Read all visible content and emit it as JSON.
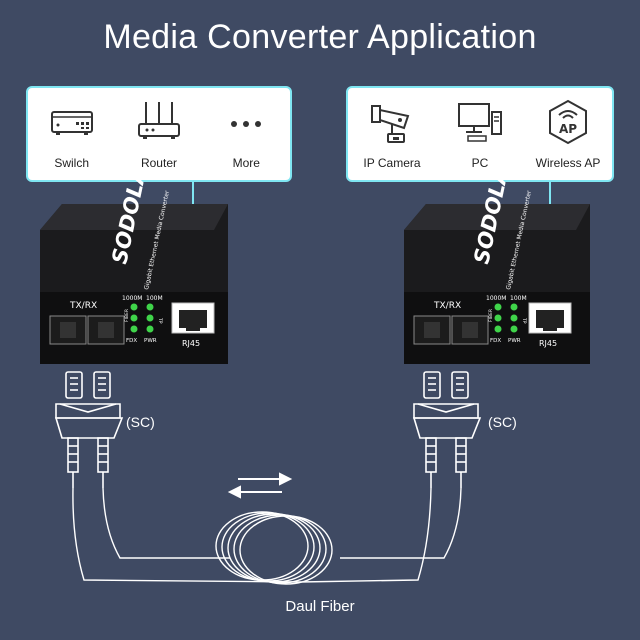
{
  "title": "Media Converter Application",
  "left_panel": {
    "devices": [
      {
        "label": "Swilch",
        "icon": "switch-icon"
      },
      {
        "label": "Router",
        "icon": "router-icon"
      },
      {
        "label": "More",
        "icon": "more-icon"
      }
    ]
  },
  "right_panel": {
    "devices": [
      {
        "label": "IP Camera",
        "icon": "ip-camera-icon"
      },
      {
        "label": "PC",
        "icon": "pc-icon"
      },
      {
        "label": "Wireless AP",
        "icon": "wireless-ap-icon"
      }
    ]
  },
  "converter": {
    "brand": "SODOLA",
    "subtitle": "Gigabit Ethernet Media Converter",
    "port_txrx": "TX/RX",
    "port_rj45": "RJ45",
    "led_1000m": "1000M",
    "led_100m": "100M",
    "led_fiber": "FIBER",
    "led_tp": "TP",
    "led_fdx": "FDX",
    "led_pwr": "PWR"
  },
  "connector_label": "(SC)",
  "fiber_label": "Daul Fiber",
  "colors": {
    "background": "#3f4a63",
    "accent": "#7fe6f2",
    "led": "#3fd44a"
  }
}
